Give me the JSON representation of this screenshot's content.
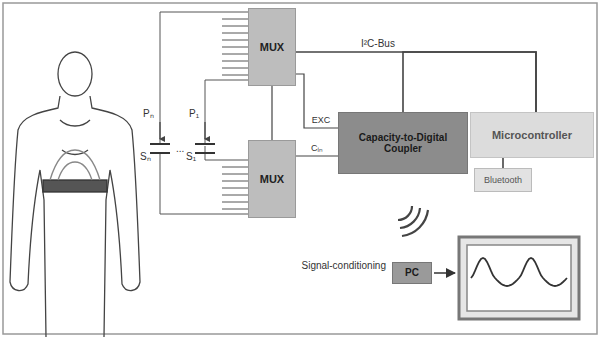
{
  "diagram": {
    "nodes": [
      {
        "text": [
          "MUX"
        ]
      },
      {
        "text": [
          "MUX"
        ]
      },
      {
        "text": [
          "Capacity-to-Digital Coupler"
        ]
      },
      {
        "text": [
          "Microcontroller"
        ]
      },
      {
        "text": [
          "Bluetooth"
        ]
      },
      {
        "text": [
          "PC"
        ]
      }
    ],
    "edges": [
      {
        "from": 0,
        "to": 1,
        "arrow": "none"
      },
      {
        "from": 0,
        "to": 2,
        "label": "EXC",
        "arrow": "none"
      },
      {
        "from": 1,
        "to": 2,
        "label": "Cᵢₙ",
        "arrow": "none"
      },
      {
        "from": 0,
        "to": 3,
        "label": "I²C-Bus",
        "arrow": "none"
      },
      {
        "from": 2,
        "to": 3,
        "arrow": "none"
      },
      {
        "from": 3,
        "to": 4,
        "arrow": "none"
      }
    ],
    "labels": [
      "Pₙ",
      "Sₙ",
      "...",
      "P₁",
      "S₁",
      "Signal-conditioning"
    ]
  }
}
